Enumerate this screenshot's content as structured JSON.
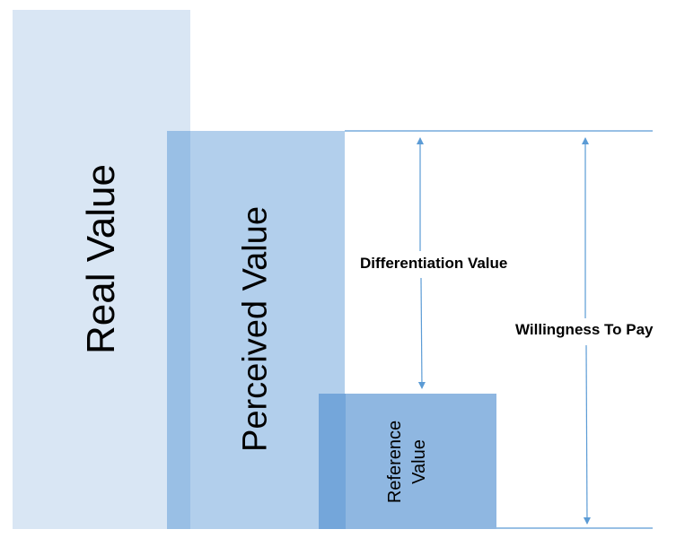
{
  "diagram": {
    "real_value": "Real Value",
    "perceived_value": "Perceived Value",
    "reference_value_line1": "Reference",
    "reference_value_line2": "Value",
    "differentiation_value": "Differentiation Value",
    "willingness_to_pay": "Willingness To Pay"
  },
  "colors": {
    "real_value": "#d9e6f4",
    "perceived_value": "#b2cfec",
    "reference_value": "#8fb7e1",
    "arrows": "#5b9bd5"
  }
}
